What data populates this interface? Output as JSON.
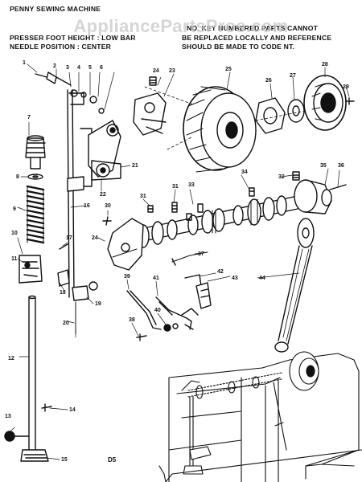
{
  "header": {
    "left_line1": "PENNY SEWING MACHINE",
    "left_line2": "PRESSER FOOT HEIGHT : LOW BAR",
    "left_line3": "NEEDLE POSITION : CENTER",
    "right_line1": "NO. KEY NUMBERED PARTS CANNOT",
    "right_line2": "BE REPLACED LOCALLY AND REFERENCE",
    "right_line3": "SHOULD BE MADE TO CODE NT."
  },
  "watermark": "AppliancePartsPros.com",
  "diagram_code": "D5",
  "callouts": [
    {
      "n": "1"
    },
    {
      "n": "2"
    },
    {
      "n": "3"
    },
    {
      "n": "4"
    },
    {
      "n": "5"
    },
    {
      "n": "6"
    },
    {
      "n": "7"
    },
    {
      "n": "8"
    },
    {
      "n": "9"
    },
    {
      "n": "10"
    },
    {
      "n": "11"
    },
    {
      "n": "12"
    },
    {
      "n": "13"
    },
    {
      "n": "14"
    },
    {
      "n": "15"
    },
    {
      "n": "16"
    },
    {
      "n": "17"
    },
    {
      "n": "18"
    },
    {
      "n": "19"
    },
    {
      "n": "20"
    },
    {
      "n": "21"
    },
    {
      "n": "22"
    },
    {
      "n": "23"
    },
    {
      "n": "24"
    },
    {
      "n": "25"
    },
    {
      "n": "26"
    },
    {
      "n": "27"
    },
    {
      "n": "28"
    },
    {
      "n": "29"
    },
    {
      "n": "30"
    },
    {
      "n": "31"
    },
    {
      "n": "31"
    },
    {
      "n": "32"
    },
    {
      "n": "33"
    },
    {
      "n": "34"
    },
    {
      "n": "35"
    },
    {
      "n": "36"
    },
    {
      "n": "37"
    },
    {
      "n": "38"
    },
    {
      "n": "39"
    },
    {
      "n": "40"
    },
    {
      "n": "41"
    },
    {
      "n": "42"
    },
    {
      "n": "43"
    },
    {
      "n": "44"
    },
    {
      "n": "24"
    }
  ]
}
